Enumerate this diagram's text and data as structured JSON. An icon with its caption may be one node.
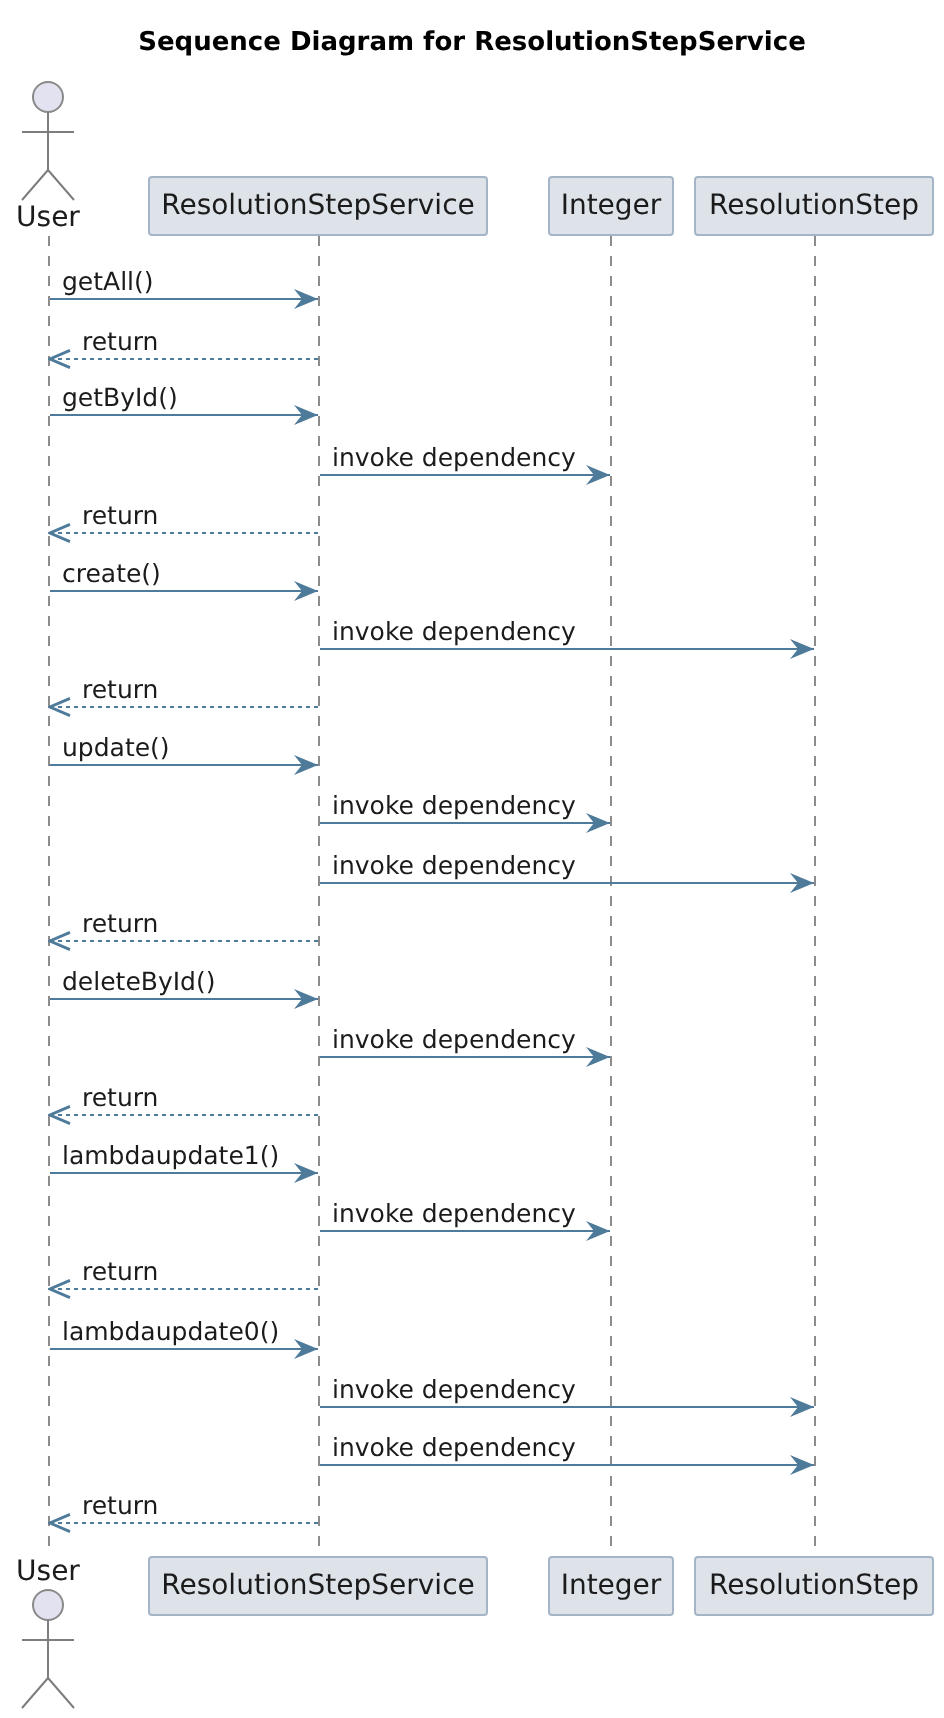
{
  "diagram": {
    "title": "Sequence Diagram for ResolutionStepService",
    "nodes": [
      {
        "text": [
          "User"
        ]
      },
      {
        "text": [
          "ResolutionStepService"
        ]
      },
      {
        "text": [
          "Integer"
        ]
      },
      {
        "text": [
          "ResolutionStep"
        ]
      },
      {
        "text": [],
        "shape": "line"
      },
      {
        "text": [],
        "shape": "line"
      },
      {
        "text": [],
        "shape": "line"
      },
      {
        "text": [],
        "shape": "line"
      },
      {
        "text": [
          "User"
        ]
      },
      {
        "text": [
          "ResolutionStepService"
        ]
      },
      {
        "text": [
          "Integer"
        ]
      },
      {
        "text": [
          "ResolutionStep"
        ]
      }
    ],
    "edges": [
      {
        "from": 4,
        "to": 5,
        "arrow": "to",
        "label": "getAll()"
      },
      {
        "from": 5,
        "to": 4,
        "arrow": "to",
        "label": "return",
        "style": "dashed"
      },
      {
        "from": 4,
        "to": 5,
        "arrow": "to",
        "label": "getById()"
      },
      {
        "from": 5,
        "to": 6,
        "arrow": "to",
        "label": "invoke dependency"
      },
      {
        "from": 5,
        "to": 4,
        "arrow": "to",
        "label": "return",
        "style": "dashed"
      },
      {
        "from": 4,
        "to": 5,
        "arrow": "to",
        "label": "create()"
      },
      {
        "from": 5,
        "to": 7,
        "arrow": "to",
        "label": "invoke dependency"
      },
      {
        "from": 5,
        "to": 4,
        "arrow": "to",
        "label": "return",
        "style": "dashed"
      },
      {
        "from": 4,
        "to": 5,
        "arrow": "to",
        "label": "update()"
      },
      {
        "from": 5,
        "to": 6,
        "arrow": "to",
        "label": "invoke dependency"
      },
      {
        "from": 5,
        "to": 7,
        "arrow": "to",
        "label": "invoke dependency"
      },
      {
        "from": 5,
        "to": 4,
        "arrow": "to",
        "label": "return",
        "style": "dashed"
      },
      {
        "from": 4,
        "to": 5,
        "arrow": "to",
        "label": "deleteById()"
      },
      {
        "from": 5,
        "to": 6,
        "arrow": "to",
        "label": "invoke dependency"
      },
      {
        "from": 5,
        "to": 4,
        "arrow": "to",
        "label": "return",
        "style": "dashed"
      },
      {
        "from": 4,
        "to": 5,
        "arrow": "to",
        "label": "lambdaupdate1()"
      },
      {
        "from": 5,
        "to": 6,
        "arrow": "to",
        "label": "invoke dependency"
      },
      {
        "from": 5,
        "to": 4,
        "arrow": "to",
        "label": "return",
        "style": "dashed"
      },
      {
        "from": 4,
        "to": 5,
        "arrow": "to",
        "label": "lambdaupdate0()"
      },
      {
        "from": 5,
        "to": 7,
        "arrow": "to",
        "label": "invoke dependency"
      },
      {
        "from": 5,
        "to": 7,
        "arrow": "to",
        "label": "invoke dependency"
      },
      {
        "from": 5,
        "to": 4,
        "arrow": "to",
        "label": "return",
        "style": "dashed"
      }
    ]
  }
}
